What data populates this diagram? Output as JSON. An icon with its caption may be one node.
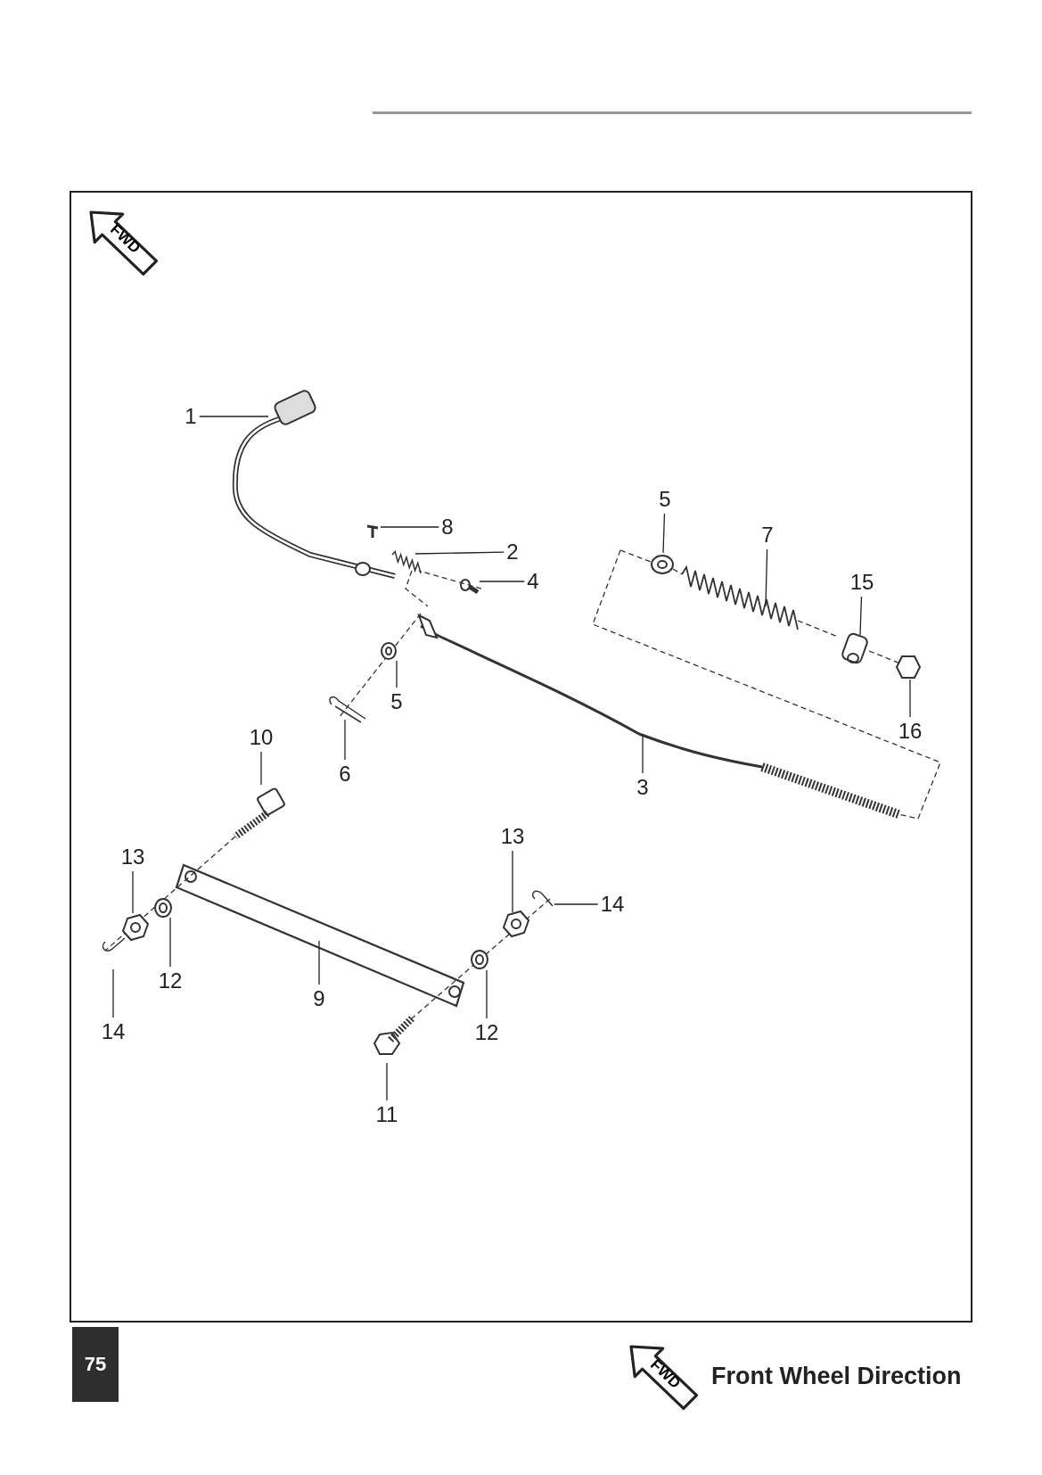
{
  "diagram": {
    "nodes": [
      {
        "text": [
          "1"
        ]
      },
      {
        "text": [
          "5"
        ]
      },
      {
        "text": [
          "8"
        ]
      },
      {
        "text": [
          "7"
        ]
      },
      {
        "text": [
          "2"
        ]
      },
      {
        "text": [
          "4"
        ]
      },
      {
        "text": [
          "15"
        ]
      },
      {
        "text": [
          "5"
        ]
      },
      {
        "text": [
          "16"
        ]
      },
      {
        "text": [
          "10"
        ]
      },
      {
        "text": [
          "6"
        ]
      },
      {
        "text": [
          "3"
        ]
      },
      {
        "text": [
          "13"
        ]
      },
      {
        "text": [
          "13"
        ]
      },
      {
        "text": [
          "14"
        ]
      },
      {
        "text": [
          "12"
        ]
      },
      {
        "text": [
          "9"
        ]
      },
      {
        "text": [
          "14"
        ]
      },
      {
        "text": [
          "12"
        ]
      },
      {
        "text": [
          "11"
        ]
      }
    ],
    "edges": [
      {
        "from": 0,
        "to": null,
        "arrow": "none"
      },
      {
        "from": 1,
        "to": null,
        "arrow": "none"
      },
      {
        "from": 2,
        "to": null,
        "arrow": "none"
      },
      {
        "from": 3,
        "to": null,
        "arrow": "none"
      },
      {
        "from": 4,
        "to": null,
        "arrow": "none"
      },
      {
        "from": 5,
        "to": null,
        "arrow": "none"
      },
      {
        "from": 6,
        "to": null,
        "arrow": "none"
      },
      {
        "from": 7,
        "to": null,
        "arrow": "none"
      },
      {
        "from": 8,
        "to": null,
        "arrow": "none"
      },
      {
        "from": 9,
        "to": null,
        "arrow": "none"
      },
      {
        "from": 10,
        "to": null,
        "arrow": "none"
      },
      {
        "from": 11,
        "to": null,
        "arrow": "none"
      },
      {
        "from": 12,
        "to": null,
        "arrow": "none"
      },
      {
        "from": 13,
        "to": null,
        "arrow": "none"
      },
      {
        "from": 14,
        "to": null,
        "arrow": "none"
      },
      {
        "from": 15,
        "to": null,
        "arrow": "none"
      },
      {
        "from": 16,
        "to": null,
        "arrow": "none"
      },
      {
        "from": 17,
        "to": null,
        "arrow": "none"
      },
      {
        "from": 18,
        "to": null,
        "arrow": "none"
      },
      {
        "from": 19,
        "to": null,
        "arrow": "none"
      }
    ],
    "labels": [
      "FWD",
      "75",
      "FWD",
      "Front Wheel Direction"
    ]
  }
}
